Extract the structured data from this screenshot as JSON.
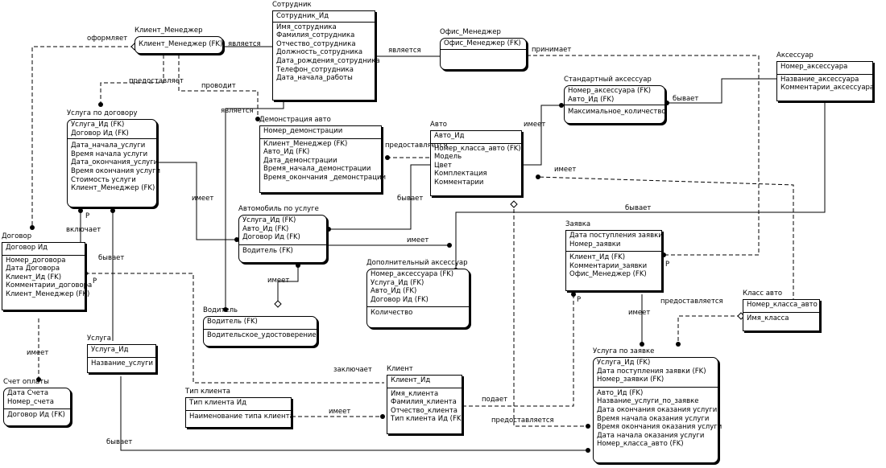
{
  "entities": {
    "sotrudnik": {
      "title": "Сотрудник",
      "key": [
        "Сотрудник_Ид"
      ],
      "attrs": [
        "Имя_сотрудника",
        "Фамилия_сотрудника",
        "Отчество_сотрудника",
        "Должность_сотрудника",
        "Дата_рождения_сотрудника",
        "Телефон_сотрудника",
        "Дата_начала_работы"
      ]
    },
    "klient_menedzher": {
      "title": "Клиент_Менеджер",
      "key": [
        "Клиент_Менеджер (FK)"
      ],
      "attrs": []
    },
    "ofis_menedzher": {
      "title": "Офис_Менеджер",
      "key": [
        "Офис_Менеджер (FK)"
      ],
      "attrs": []
    },
    "aksessuar": {
      "title": "Аксессуар",
      "key": [
        "Номер_аксессуара"
      ],
      "attrs": [
        "Название_аксессуара",
        "Комментарии_аксессуара"
      ]
    },
    "standartnyy_aksessuar": {
      "title": "Стандартный аксессуар",
      "key": [
        "Номер_аксессуара (FK)",
        "Авто_Ид (FK)"
      ],
      "attrs": [
        "Максимальное_количество"
      ]
    },
    "usluga_po_dogovoru": {
      "title": "Услуга по договору",
      "key": [
        "Услуга_Ид (FK)",
        "Договор Ид (FK)"
      ],
      "attrs": [
        "Дата_начала_услуги",
        "Время начала услуги",
        "Дата_окончания_услуги",
        "Время окончания услуги",
        "Стоимость услуги",
        "Клиент_Менеджер (FK)"
      ]
    },
    "demonstraciya_avto": {
      "title": "Демонстрация авто",
      "key": [
        "Номер_демонстрации"
      ],
      "attrs": [
        "Клиент_Менеджер (FK)",
        "Авто_Ид (FK)",
        "Дата_демонстрации",
        "Время_начала_демонстрации",
        "Время_окончания _демонстрации"
      ]
    },
    "avto": {
      "title": "Авто",
      "key": [
        "Авто_Ид"
      ],
      "attrs": [
        "Номер_класса_авто (FK)",
        "Модель",
        "Цвет",
        "Комплектация",
        "Комментарии"
      ]
    },
    "avtomobil_po_usluge": {
      "title": "Автомобиль по услуге",
      "key": [
        "Услуга_Ид (FK)",
        "Авто_Ид (FK)",
        "Договор Ид (FK)"
      ],
      "attrs": [
        "Водитель (FK)"
      ]
    },
    "dogovor": {
      "title": "Договор",
      "key": [
        "Договор Ид"
      ],
      "attrs": [
        "Номер_договора",
        "Дата Договора",
        "Клиент_Ид (FK)",
        "Комментарии_договора",
        "Клиент_Менеджер (FK)"
      ]
    },
    "zayavka": {
      "title": "Заявка",
      "key": [
        "Дата поступления заявки",
        "Номер_заявки"
      ],
      "attrs": [
        "Клиент_Ид (FK)",
        "Комментарии_заявки",
        "Офис_Менеджер (FK)"
      ]
    },
    "dopolnitelnyy_aksessuar": {
      "title": "Дополнительный аксессуар",
      "key": [
        "Номер_аксессуара (FK)",
        "Услуга_Ид (FK)",
        "Авто_Ид (FK)",
        "Договор Ид (FK)"
      ],
      "attrs": [
        "Количество"
      ]
    },
    "voditel": {
      "title": "Водитель",
      "key": [
        "Водитель (FK)"
      ],
      "attrs": [
        "Водительское_удостоверение"
      ]
    },
    "klass_avto": {
      "title": "Класс авто",
      "key": [
        "Номер_класса_авто"
      ],
      "attrs": [
        "Имя_класса"
      ]
    },
    "usluga": {
      "title": "Услуга",
      "key": [
        "Услуга_Ид"
      ],
      "attrs": [
        "Название_услуги"
      ]
    },
    "usluga_po_zayavke": {
      "title": "Услуга по заявке",
      "key": [
        "Услуга_Ид (FK)",
        "Дата поступления заявки (FK)",
        "Номер_заявки (FK)"
      ],
      "attrs": [
        "Авто_Ид (FK)",
        "Название_услуги_по_заявке",
        "Дата окончания оказания услуги",
        "Время начала оказания услуги",
        "Время окончания оказания услуги",
        "Дата начала оказания услуги",
        "Номер_класса_авто (FK)"
      ]
    },
    "schet_oplaty": {
      "title": "Счет оплаты",
      "key": [
        "Дата Счета",
        "Номер_счета"
      ],
      "attrs": [
        "Договор Ид (FK)"
      ]
    },
    "tip_klienta": {
      "title": "Тип клиента",
      "key": [
        "Тип клиента Ид"
      ],
      "attrs": [
        "Наименование типа клиента"
      ]
    },
    "klient": {
      "title": "Клиент",
      "key": [
        "Клиент_Ид"
      ],
      "attrs": [
        "Имя_клиента",
        "Фамилия_клиента",
        "Отчество_клиента",
        "Тип клиента Ид (FK)"
      ]
    }
  },
  "relationships": {
    "oformlyaet": "оформляет",
    "yavlyaetsya_1": "является",
    "yavlyaetsya_2": "является",
    "yavlyaetsya_3": "является",
    "prinimaet": "принимает",
    "predostavlyaet_1": "предоставляет",
    "provodit": "проводит",
    "predostavlyaetsya_1": "предоставляется",
    "imeet_1": "имеет",
    "byvaet_1": "бывает",
    "imeet_2": "имеет",
    "imeet_3": "имеет",
    "byvaet_2": "бывает",
    "imeet_4": "имеет",
    "vklyuchaet": "включает",
    "byvaet_3": "бывает",
    "imeet_5": "имеет",
    "byvaet_4": "бывает",
    "imeet_6": "имеет",
    "imeet_7": "имеет",
    "predostavlyaetsya_2": "предоставляется",
    "zaklyuchaet": "заключает",
    "imeet_8": "имеет",
    "podaet": "подает",
    "predostavlyaetsya_3": "предоставляется",
    "byvaet_5": "бывает"
  },
  "cardinality": {
    "p": "P"
  }
}
